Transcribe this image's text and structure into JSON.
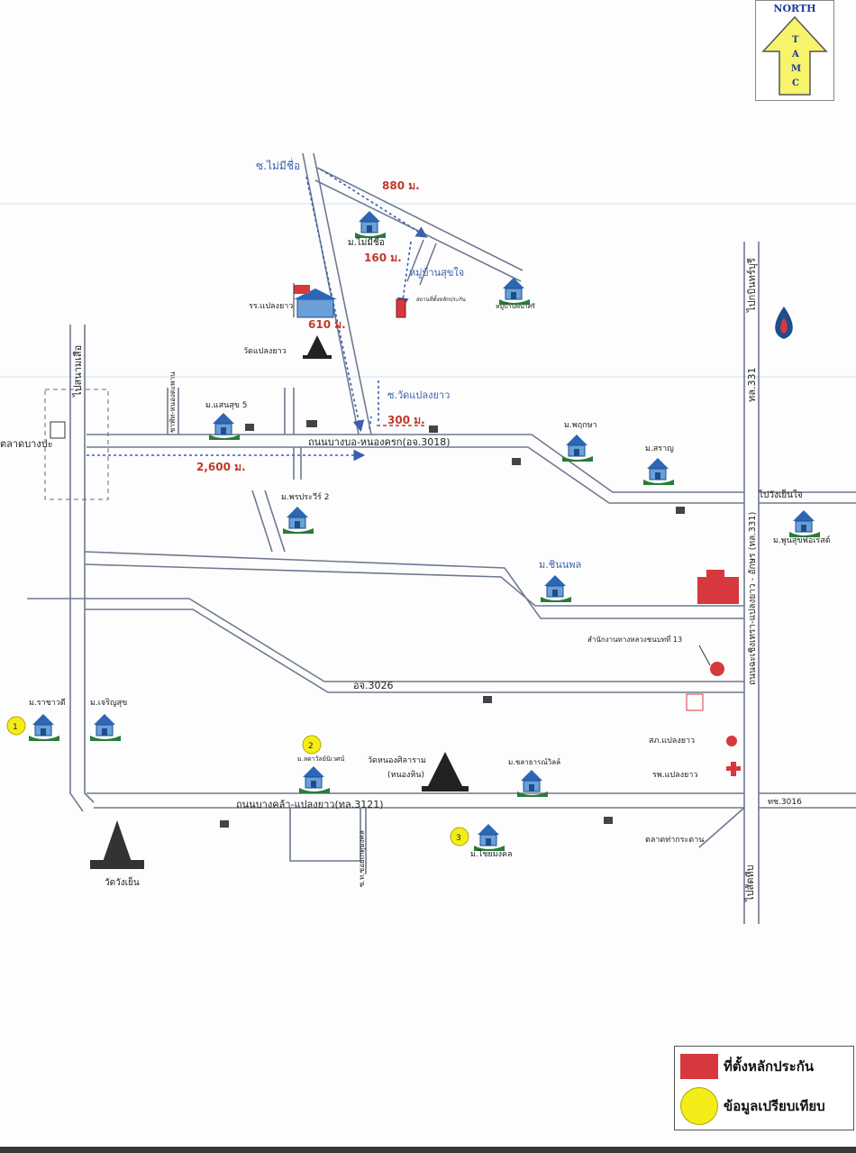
{
  "north_arrow": {
    "title": "NORTH",
    "letters": [
      "T",
      "A",
      "M",
      "C"
    ],
    "icon": "north-arrow-icon"
  },
  "roads": {
    "main_north": "ถนนบางบอ-หนองครก(อจ.3018)",
    "main_south": "ถนนบางคล้า-แปลงยาว(ทล.3121)",
    "east_highway": "ถนนฉะเชิงเทรา-แปลงยาว - อักษร (ทล.331)",
    "middle_road": "อจ.3026",
    "west_road": "ไปสนามเสือ",
    "east_north_label": "ไปกบินทร์บุรี",
    "east_to_label": "ไปวังเย็นใจ",
    "south_road": "ไปสัตหีบ",
    "road_331": "ทล.331",
    "soi_maisinchue": "ซ.ไม่มีชื่อ",
    "soi_watplaeng": "ซ.วัดแปลงยาว",
    "market_left": "ตลาดบางปะ",
    "soi_left_vertical": "ชาพัท-หนองตะพาน",
    "soi_south_vertical": "ซ.ท.ซอยเกตุมงคล",
    "road_3016": "ทช.3016",
    "talat_khoksaard": "ตลาดท่ากระดาน"
  },
  "distances": {
    "d1": "880 ม.",
    "d2": "160 ม.",
    "d3": "610 ม.",
    "d4": "300 ม.",
    "d5": "2,600 ม."
  },
  "places": {
    "mu_maisinchue": "ม.ไม่มีชื่อ",
    "mu_baansukjai": "หมู่บ้านสุขใจ",
    "mu_east_top": "หมู่บ้านพนาศรี",
    "school": "รร.แปลงยาว",
    "wat_plaeng": "วัดแปลงยาว",
    "subject": "สถานที่ตั้งหลักประกัน",
    "mu_sukhumvit5": "ม.แสนสุข 5",
    "mu_patch": "ม.พฤกษา",
    "mu_sara": "ม.สราญ",
    "mu_praewa2": "ม.พรประวีร์ 2",
    "mu_chinnaphon": "ม.ชินนพล",
    "mu_phunsuk": "ม.พูนสุขฟอเรสต์",
    "office13": "สำนักงานทางหลวงชนบทที่ 13",
    "mu_rachawadee": "ม.ราชาวดี",
    "mu_charoensuk": "ม.เจริญสุข",
    "mu_khem": "ม.ลดาวัลย์นิเวศน์",
    "wat_nongsala": "วัดหนองศิลาราม",
    "wat_nongsala_sub": "(หนองหิน)",
    "mu_sukhiranya": "ม.ชลาธารณ์วิลล์",
    "police": "สภ.แปลงยาว",
    "hospital": "รพ.แปลงยาว",
    "mu_chaimongkol": "ม.ไชยมงคล",
    "wat_rangsen": "วัดวังเย็น",
    "markers": [
      "1",
      "2",
      "3"
    ]
  },
  "legend": {
    "subject_label": "ที่ตั้งหลักประกัน",
    "comparable_label": "ข้อมูลเปรียบเทียบ",
    "subject_color": "#d6383e",
    "comparable_color": "#f4ec18"
  },
  "colors": {
    "road": "#6f7a8f",
    "distance": "#c0392b",
    "route": "#3b5fb0",
    "house": "#2a7b3a"
  }
}
